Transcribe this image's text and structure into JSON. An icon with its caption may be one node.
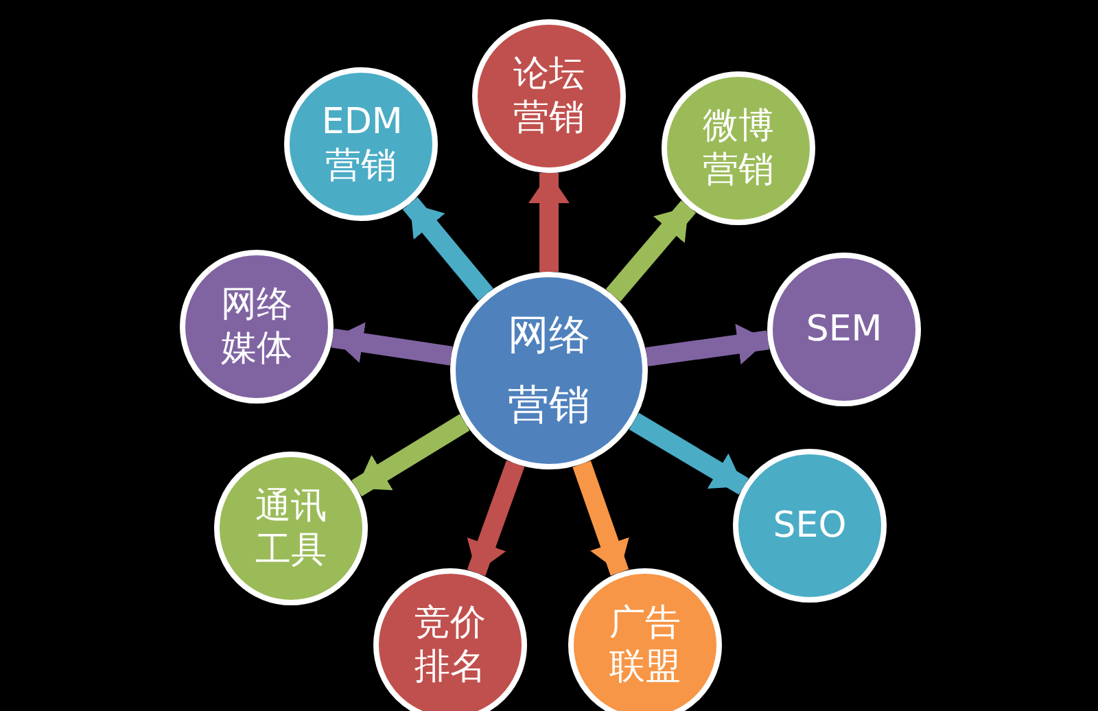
{
  "diagram": {
    "nodes": [
      {
        "text": [
          "网络营销"
        ]
      },
      {
        "text": [
          "论坛营销"
        ]
      },
      {
        "text": [
          "EDM营销"
        ]
      },
      {
        "text": [
          "微博营销"
        ]
      },
      {
        "text": [
          "网络媒体"
        ]
      },
      {
        "text": [
          "SEM"
        ]
      },
      {
        "text": [
          "通讯工具"
        ]
      },
      {
        "text": [
          "SEO"
        ]
      },
      {
        "text": [
          "竞价排名"
        ]
      },
      {
        "text": [
          "广告联盟"
        ]
      }
    ],
    "edges": [
      {
        "from": 0,
        "to": 1,
        "arrow": "to",
        "color": "#c0504d"
      },
      {
        "from": 0,
        "to": 2,
        "arrow": "to",
        "color": "#4bacc6"
      },
      {
        "from": 0,
        "to": 3,
        "arrow": "to",
        "color": "#9bbb59"
      },
      {
        "from": 0,
        "to": 4,
        "arrow": "to",
        "color": "#8064a2"
      },
      {
        "from": 0,
        "to": 5,
        "arrow": "to",
        "color": "#8064a2"
      },
      {
        "from": 0,
        "to": 6,
        "arrow": "to",
        "color": "#9bbb59"
      },
      {
        "from": 0,
        "to": 7,
        "arrow": "to",
        "color": "#4bacc6"
      },
      {
        "from": 0,
        "to": 8,
        "arrow": "to",
        "color": "#c0504d"
      },
      {
        "from": 0,
        "to": 9,
        "arrow": "to",
        "color": "#f79646"
      }
    ]
  }
}
